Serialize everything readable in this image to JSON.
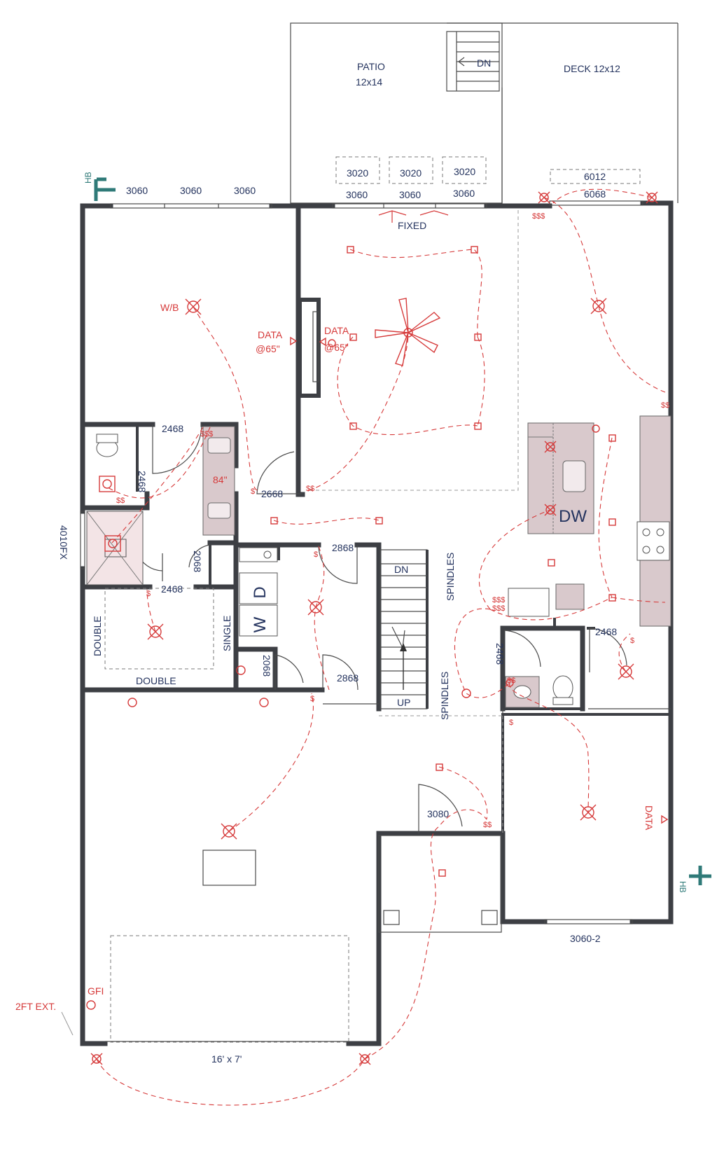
{
  "labels": {
    "patio": "PATIO",
    "patio_size": "12x14",
    "deck": "DECK 12x12",
    "dn": "DN",
    "up": "UP",
    "fixed": "FIXED",
    "hb": "HB",
    "w3060": "3060",
    "w3020": "3020",
    "w6012": "6012",
    "d6068": "6068",
    "d2468": "2468",
    "d2668": "2668",
    "d2868": "2868",
    "d2068": "2068",
    "d3080": "3080",
    "w4010fx": "4010FX",
    "w3060_2": "3060-2",
    "double": "DOUBLE",
    "single": "SINGLE",
    "spindles": "SPINDLES",
    "garage_door": "16' x 7'",
    "wb": "W/B",
    "data": "DATA",
    "data_at": "@65\"",
    "gfi": "GFI",
    "ext": "2FT EXT.",
    "mirror": "84\"",
    "dw": "DW",
    "washer": "W",
    "dryer": "D",
    "switch_single": "$",
    "switch_double": "$$",
    "switch_triple": "$$$"
  },
  "colors": {
    "wall": "#3d3f44",
    "label": "#24335e",
    "electrical": "#d63a3a",
    "hose_bib": "#2f7a78",
    "fixture_fill": "#d9c9cc"
  }
}
